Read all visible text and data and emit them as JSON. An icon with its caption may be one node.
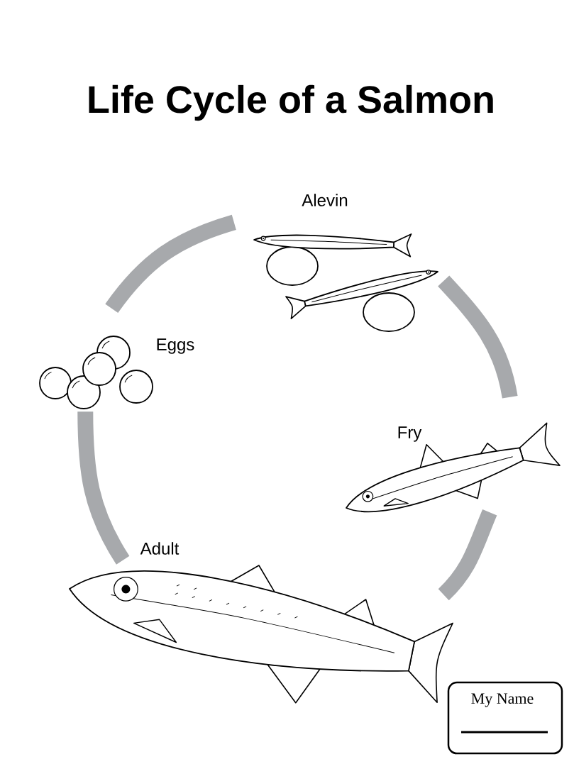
{
  "diagram": {
    "title": "Life Cycle of a Salmon",
    "nodes": [
      {
        "text": [
          "Alevin"
        ]
      },
      {
        "text": [
          "Eggs"
        ]
      },
      {
        "text": [
          "Fry"
        ]
      },
      {
        "text": [
          "Adult"
        ]
      },
      {
        "text": [
          "My Name"
        ]
      }
    ],
    "edges": [
      {
        "from": 1,
        "to": 0,
        "arrow": "none"
      },
      {
        "from": 0,
        "to": 2,
        "arrow": "none"
      },
      {
        "from": 2,
        "to": 3,
        "arrow": "none"
      },
      {
        "from": 3,
        "to": 1,
        "arrow": "none"
      }
    ]
  }
}
